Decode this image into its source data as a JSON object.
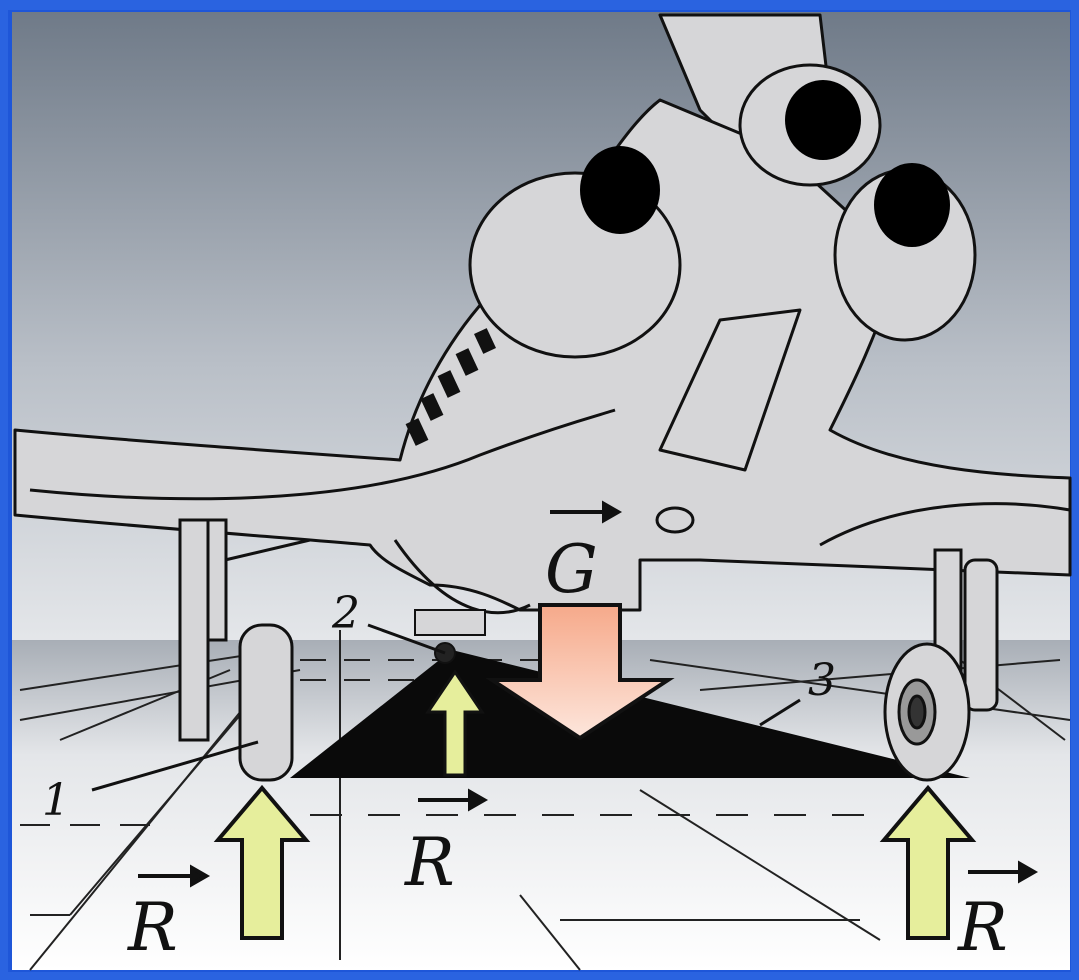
{
  "labels": {
    "gravity": "G",
    "reaction_left": "R",
    "reaction_center": "R",
    "reaction_right": "R",
    "point_1": "1",
    "point_2": "2",
    "point_3": "3"
  },
  "colors": {
    "frame": "#2a63e0",
    "sky_top": "#737d8b",
    "sky_bottom": "#dde1e6",
    "aircraft": "#d6d6d8",
    "support_triangle": "#0a0a0a",
    "gravity_arrow": "#f2b99e",
    "reaction_arrow": "#e6ee9c"
  }
}
